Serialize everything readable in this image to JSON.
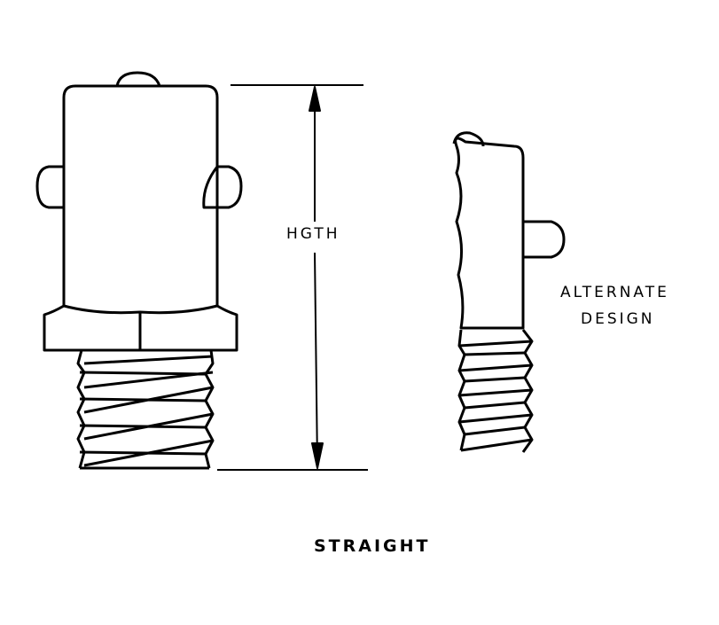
{
  "labels": {
    "height_dimension": "HGTH",
    "alternate_line1": "ALTERNATE",
    "alternate_line2": "DESIGN",
    "caption": "STRAIGHT"
  },
  "colors": {
    "ink": "#000000",
    "background": "#ffffff"
  }
}
